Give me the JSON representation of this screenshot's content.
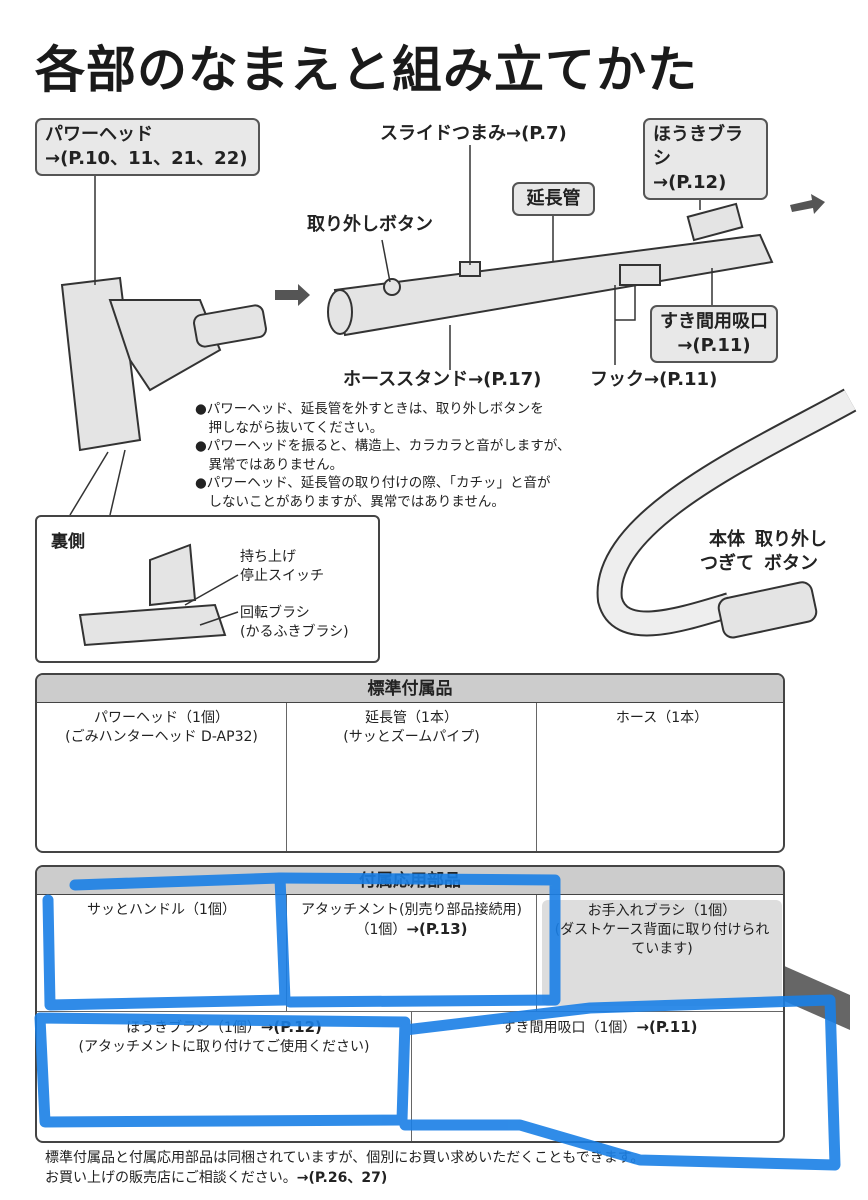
{
  "title": "各部のなまえと組み立てかた",
  "labels": {
    "power_head": "パワーヘッド",
    "power_head_ref": "→(P.10、11、21、22)",
    "slide_knob": "スライドつまみ→(P.7)",
    "broom_brush": "ほうきブラシ",
    "broom_brush_ref": "→(P.12)",
    "extension_pipe": "延長管",
    "release_button": "取り外しボタン",
    "crevice_nozzle": "すき間用吸口",
    "crevice_nozzle_ref": "→(P.11)",
    "hose_stand": "ホーススタンド→(P.17)",
    "hook": "フック→(P.11)",
    "body_joint_1": "本体",
    "body_joint_2": "つぎて",
    "hose_release_1": "取り外し",
    "hose_release_2": "ボタン"
  },
  "notes": [
    "●パワーヘッド、延長管を外すときは、取り外しボタンを",
    "　押しながら抜いてください。",
    "●パワーヘッドを振ると、構造上、カラカラと音がしますが、",
    "　異常ではありません。",
    "●パワーヘッド、延長管の取り付けの際、「カチッ」と音が",
    "　しないことがありますが、異常ではありません。"
  ],
  "underside": {
    "title": "裏側",
    "lift_stop_1": "持ち上げ",
    "lift_stop_2": "停止スイッチ",
    "brush_1": "回転ブラシ",
    "brush_2": "(かるふきブラシ)"
  },
  "standard": {
    "header": "標準付属品",
    "items": [
      {
        "l1": "パワーヘッド（1個）",
        "l2": "(ごみハンターヘッド D-AP32)"
      },
      {
        "l1": "延長管（1本）",
        "l2": "(サッとズームパイプ)"
      },
      {
        "l1": "ホース（1本）",
        "l2": ""
      }
    ]
  },
  "optional": {
    "header": "付属応用部品",
    "items": [
      {
        "l1": "サッとハンドル（1個）",
        "l2": "",
        "ref": ""
      },
      {
        "l1": "アタッチメント(別売り部品接続用)",
        "l2": "（1個）",
        "ref": "→(P.13)"
      },
      {
        "l1": "お手入れブラシ（1個）",
        "l2": "(ダストケース背面に取り付けられ",
        "l3": "ています)"
      },
      {
        "l1": "ほうきブラシ（1個）",
        "ref": "→(P.12)",
        "l2": "(アタッチメントに取り付けてご使用ください)"
      },
      {
        "l1": "すき間用吸口（1個）",
        "ref": "→(P.11)"
      }
    ]
  },
  "footer": {
    "line1": "標準付属品と付属応用部品は同梱されていますが、個別にお買い求めいただくこともできます。",
    "line2": "お買い上げの販売店にご相談ください。",
    "ref": "→(P.26、27)"
  },
  "colors": {
    "scribble": "#1a7fe6",
    "box_fill": "#e8e8e8",
    "panel_header": "#cccccc"
  }
}
